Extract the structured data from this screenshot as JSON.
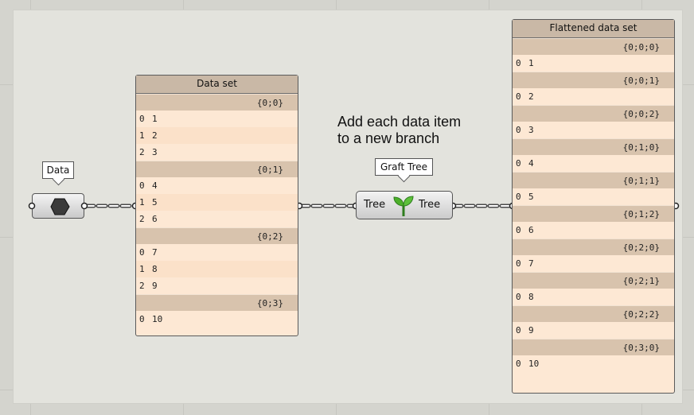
{
  "annotation": {
    "line1": "Add each data item",
    "line2": "to a new branch"
  },
  "data_param": {
    "label": "Data"
  },
  "graft": {
    "label": "Graft Tree",
    "input": "Tree",
    "output": "Tree"
  },
  "panel1": {
    "title": "Data set",
    "branches": [
      {
        "path": "{0;0}",
        "items": [
          {
            "i": "0",
            "v": "1"
          },
          {
            "i": "1",
            "v": "2"
          },
          {
            "i": "2",
            "v": "3"
          }
        ]
      },
      {
        "path": "{0;1}",
        "items": [
          {
            "i": "0",
            "v": "4"
          },
          {
            "i": "1",
            "v": "5"
          },
          {
            "i": "2",
            "v": "6"
          }
        ]
      },
      {
        "path": "{0;2}",
        "items": [
          {
            "i": "0",
            "v": "7"
          },
          {
            "i": "1",
            "v": "8"
          },
          {
            "i": "2",
            "v": "9"
          }
        ]
      },
      {
        "path": "{0;3}",
        "items": [
          {
            "i": "0",
            "v": "10"
          }
        ]
      }
    ]
  },
  "panel2": {
    "title": "Flattened data set",
    "branches": [
      {
        "path": "{0;0;0}",
        "items": [
          {
            "i": "0",
            "v": "1"
          }
        ]
      },
      {
        "path": "{0;0;1}",
        "items": [
          {
            "i": "0",
            "v": "2"
          }
        ]
      },
      {
        "path": "{0;0;2}",
        "items": [
          {
            "i": "0",
            "v": "3"
          }
        ]
      },
      {
        "path": "{0;1;0}",
        "items": [
          {
            "i": "0",
            "v": "4"
          }
        ]
      },
      {
        "path": "{0;1;1}",
        "items": [
          {
            "i": "0",
            "v": "5"
          }
        ]
      },
      {
        "path": "{0;1;2}",
        "items": [
          {
            "i": "0",
            "v": "6"
          }
        ]
      },
      {
        "path": "{0;2;0}",
        "items": [
          {
            "i": "0",
            "v": "7"
          }
        ]
      },
      {
        "path": "{0;2;1}",
        "items": [
          {
            "i": "0",
            "v": "8"
          }
        ]
      },
      {
        "path": "{0;2;2}",
        "items": [
          {
            "i": "0",
            "v": "9"
          }
        ]
      },
      {
        "path": "{0;3;0}",
        "items": [
          {
            "i": "0",
            "v": "10"
          }
        ]
      }
    ]
  },
  "colors": {
    "panel_bg": "#fde8d4",
    "branch_bg": "#d8c3ad",
    "title_bg": "#c9b8a6",
    "canvas": "#e3e3dd",
    "leaf": "#3a9a2a"
  },
  "icons": {
    "data_param": "hexagon-icon",
    "graft": "sprout-icon"
  }
}
